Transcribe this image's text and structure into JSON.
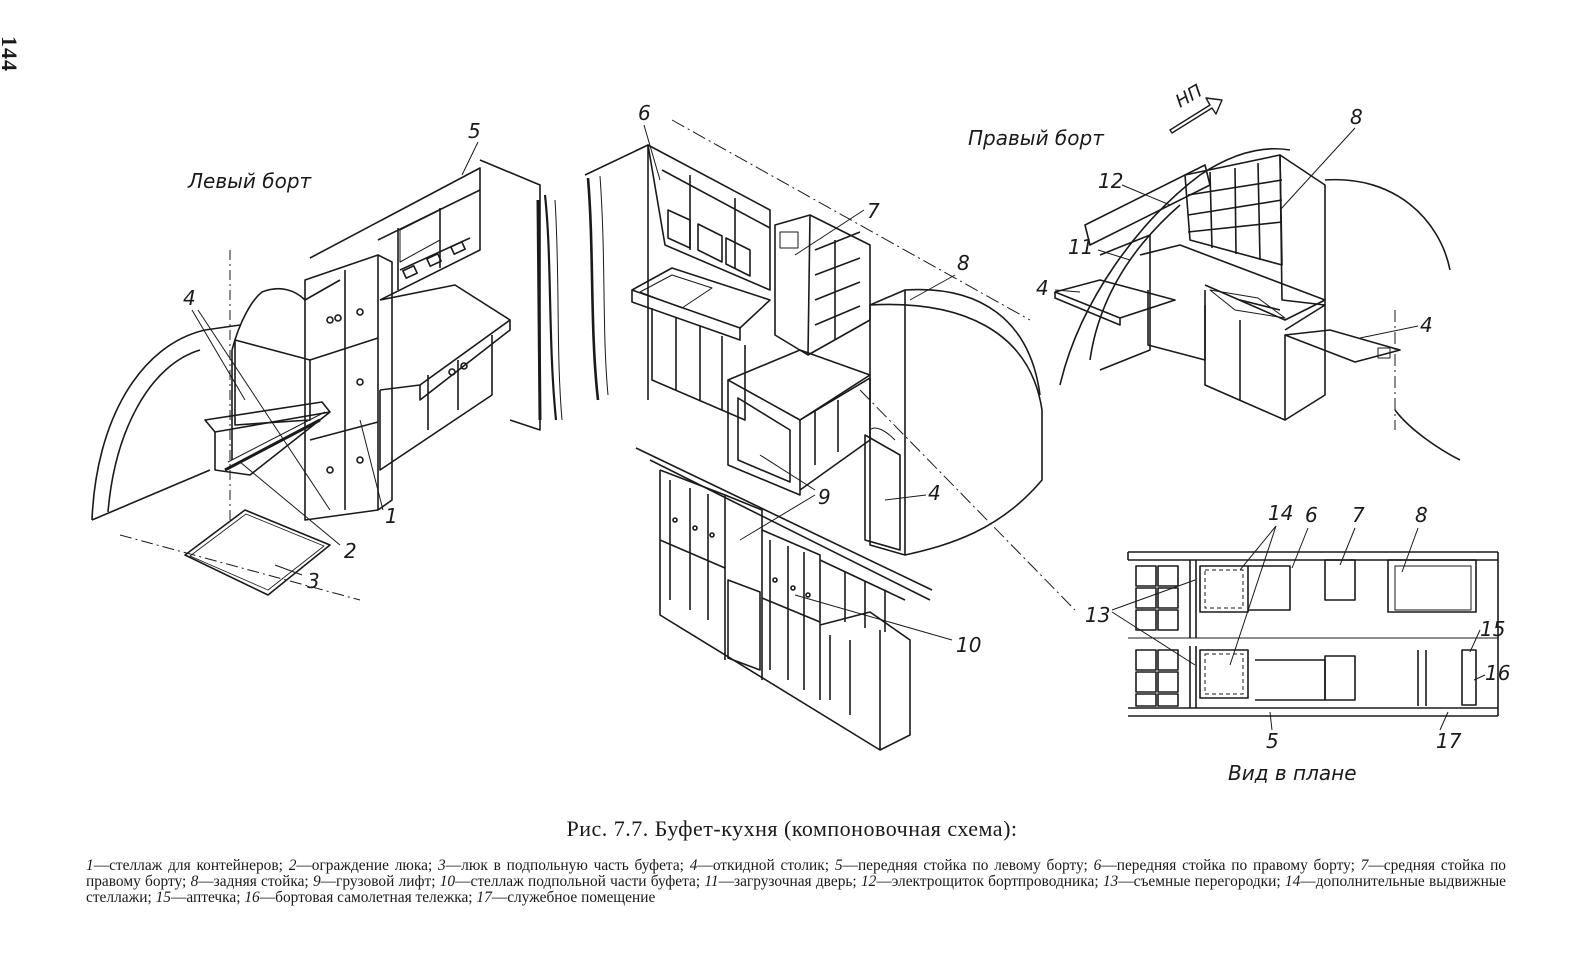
{
  "page_number": "144",
  "labels": {
    "left_board": "Левый борт",
    "right_board": "Правый борт",
    "forward_dir": "НП",
    "plan_view": "Вид в плане"
  },
  "callouts": {
    "n1": "1",
    "n2": "2",
    "n3": "3",
    "n4": "4",
    "n5": "5",
    "n6": "6",
    "n7": "7",
    "n8": "8",
    "n9": "9",
    "n10": "10",
    "n11": "11",
    "n12": "12",
    "n13": "13",
    "n14": "14",
    "n15": "15",
    "n16": "16",
    "n17": "17"
  },
  "caption": {
    "title": "Рис. 7.7. Буфет-кухня (компоновочная схема):",
    "legend": [
      {
        "n": "1",
        "text": "—стеллаж для контейнеров; "
      },
      {
        "n": "2",
        "text": "—ограждение люка; "
      },
      {
        "n": "3",
        "text": "—люк в подпольную часть буфета; "
      },
      {
        "n": "4",
        "text": "—откидной столик; "
      },
      {
        "n": "5",
        "text": "—передняя стойка по левому борту; "
      },
      {
        "n": "6",
        "text": "—передняя стойка по правому борту; "
      },
      {
        "n": "7",
        "text": "—средняя стойка по правому борту; "
      },
      {
        "n": "8",
        "text": "—задняя стойка; "
      },
      {
        "n": "9",
        "text": "—грузовой лифт; "
      },
      {
        "n": "10",
        "text": "—стеллаж подпольной части буфета; "
      },
      {
        "n": "11",
        "text": "—загрузочная дверь; "
      },
      {
        "n": "12",
        "text": "—электрощиток бортпроводника; "
      },
      {
        "n": "13",
        "text": "—съемные перегородки; "
      },
      {
        "n": "14",
        "text": "—дополнительные выдвижные стеллажи; "
      },
      {
        "n": "15",
        "text": "—аптечка; "
      },
      {
        "n": "16",
        "text": "—бортовая самолетная тележка; "
      },
      {
        "n": "17",
        "text": "—служебное помещение"
      }
    ]
  }
}
